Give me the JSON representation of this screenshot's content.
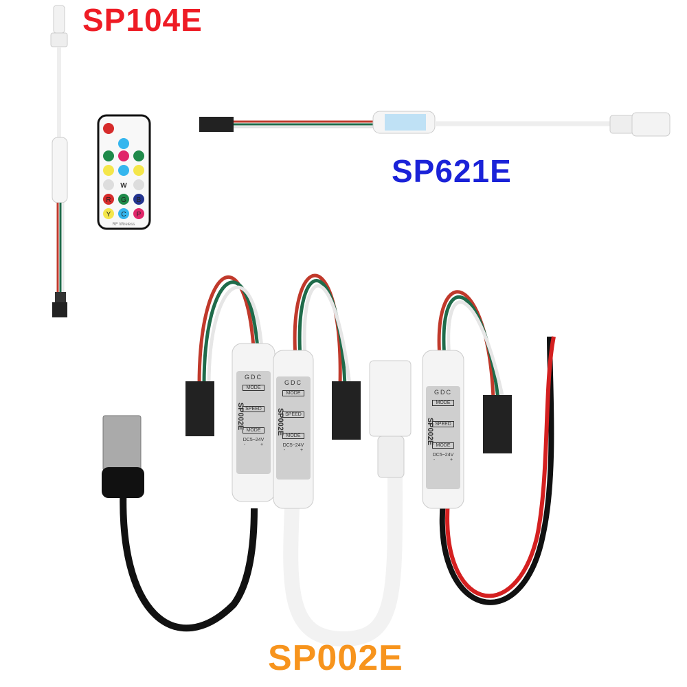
{
  "labels": {
    "sp104e": {
      "text": "SP104E",
      "color": "#ee1c25"
    },
    "sp621e": {
      "text": "SP621E",
      "color": "#1a22d8"
    },
    "sp002e": {
      "text": "SP002E",
      "color": "#f7941d"
    }
  },
  "remote": {
    "buttons": [
      "W",
      "R",
      "G",
      "B",
      "Y",
      "C",
      "P"
    ],
    "footer": "RF Wireless"
  },
  "controller": {
    "header": "GDC",
    "buttons": [
      "MODE",
      "SPEED",
      "MODE"
    ],
    "voltage": "DC5~24V",
    "minus": "-",
    "plus": "+",
    "model": "SP002E"
  }
}
